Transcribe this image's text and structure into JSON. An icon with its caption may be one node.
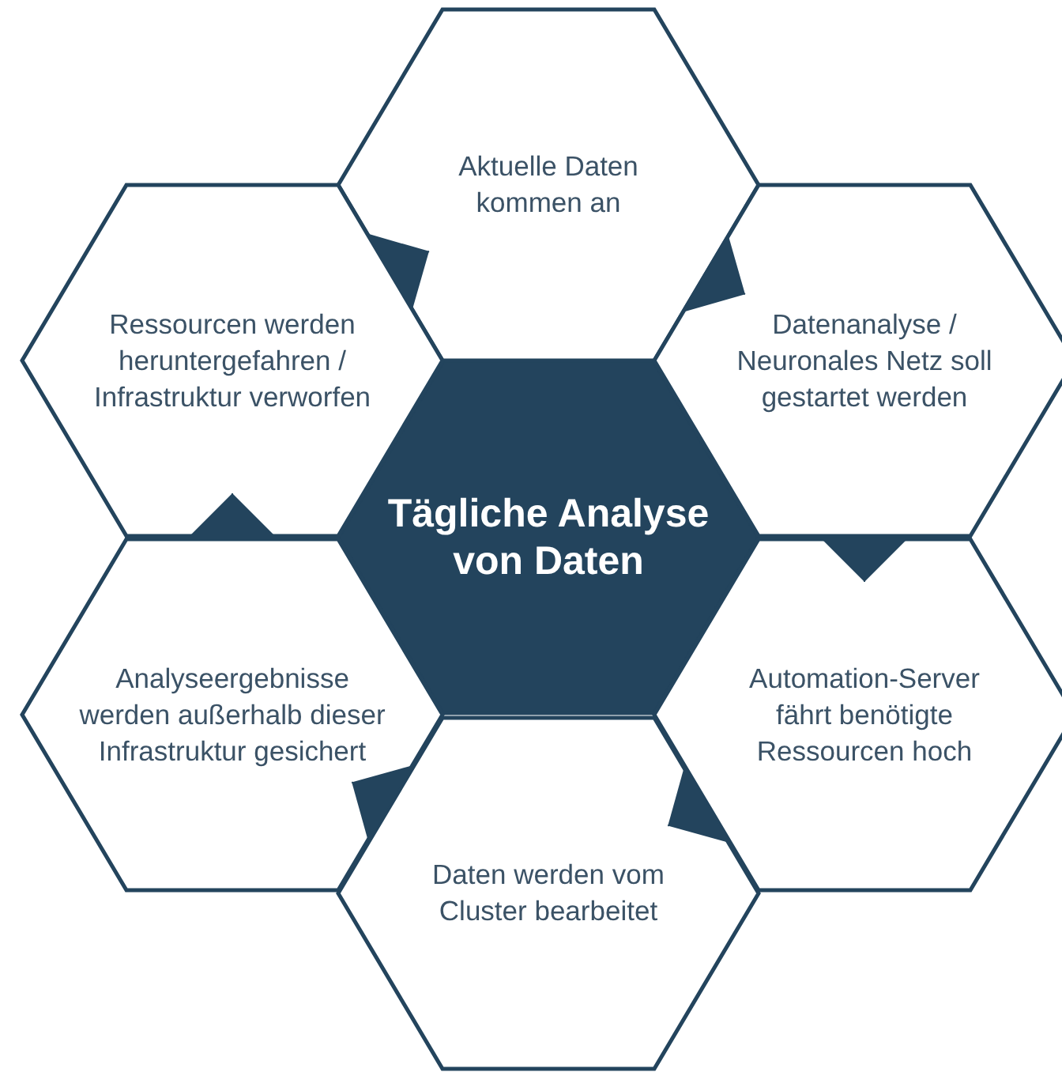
{
  "diagram": {
    "nodes": [
      {
        "text": [
          "Tägliche Analyse von Daten"
        ]
      },
      {
        "text": [
          "Aktuelle Daten kommen an"
        ]
      },
      {
        "text": [
          "Datenanalyse / Neuronales Netz soll gestartet werden"
        ]
      },
      {
        "text": [
          "Automation-Server fährt benötigte Ressourcen hoch"
        ]
      },
      {
        "text": [
          "Daten werden vom Cluster bearbeitet"
        ]
      },
      {
        "text": [
          "Analyseergebnisse werden außerhalb dieser Infrastruktur gesichert"
        ]
      },
      {
        "text": [
          "Ressourcen werden heruntergefahren / Infrastruktur verworfen"
        ]
      }
    ],
    "edges": [
      {
        "from": 1,
        "to": 2,
        "arrow": "to"
      },
      {
        "from": 2,
        "to": 3,
        "arrow": "to"
      },
      {
        "from": 3,
        "to": 4,
        "arrow": "to"
      },
      {
        "from": 4,
        "to": 5,
        "arrow": "to"
      },
      {
        "from": 5,
        "to": 6,
        "arrow": "to"
      },
      {
        "from": 6,
        "to": 1,
        "arrow": "to"
      }
    ]
  }
}
